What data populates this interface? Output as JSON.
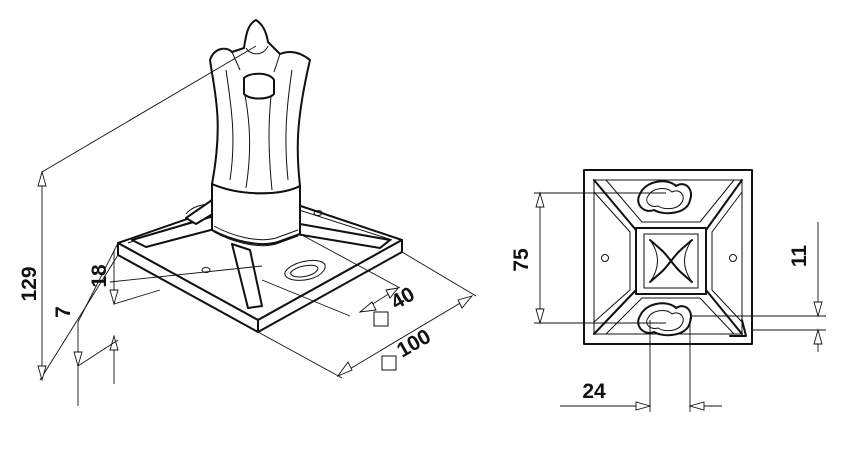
{
  "dimensions": {
    "height_total": "129",
    "base_plate_thickness": "7",
    "rib_height": "18",
    "post_section": "40",
    "plate_size": "100",
    "hole_spacing": "75",
    "slot_offset": "11",
    "slot_width": "24"
  }
}
